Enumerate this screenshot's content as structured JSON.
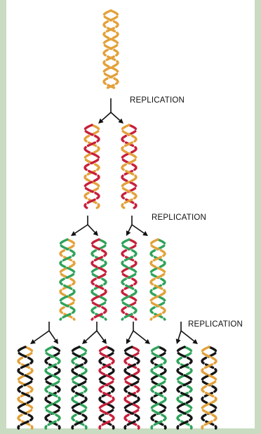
{
  "labels": {
    "replication_1": "REPLICATION",
    "replication_2": "REPLICATION",
    "replication_3": "REPLICATION"
  },
  "colors": {
    "background": "#c9dcc2",
    "panel": "#ffffff",
    "strand_orange": "#e3a13a",
    "strand_red": "#c81f3a",
    "strand_green": "#2fa35a",
    "strand_black": "#151515",
    "arrow": "#111111"
  },
  "generations": [
    {
      "molecules": [
        {
          "strands": [
            "orange",
            "orange"
          ]
        }
      ]
    },
    {
      "molecules": [
        {
          "strands": [
            "orange",
            "red"
          ]
        },
        {
          "strands": [
            "red",
            "orange"
          ]
        }
      ]
    },
    {
      "molecules": [
        {
          "strands": [
            "orange",
            "green"
          ]
        },
        {
          "strands": [
            "green",
            "red"
          ]
        },
        {
          "strands": [
            "red",
            "green"
          ]
        },
        {
          "strands": [
            "green",
            "orange"
          ]
        }
      ]
    },
    {
      "molecules": [
        {
          "strands": [
            "orange",
            "black"
          ]
        },
        {
          "strands": [
            "black",
            "green"
          ]
        },
        {
          "strands": [
            "green",
            "black"
          ]
        },
        {
          "strands": [
            "black",
            "red"
          ]
        },
        {
          "strands": [
            "red",
            "black"
          ]
        },
        {
          "strands": [
            "black",
            "green"
          ]
        },
        {
          "strands": [
            "green",
            "black"
          ]
        },
        {
          "strands": [
            "black",
            "orange"
          ]
        }
      ]
    }
  ]
}
